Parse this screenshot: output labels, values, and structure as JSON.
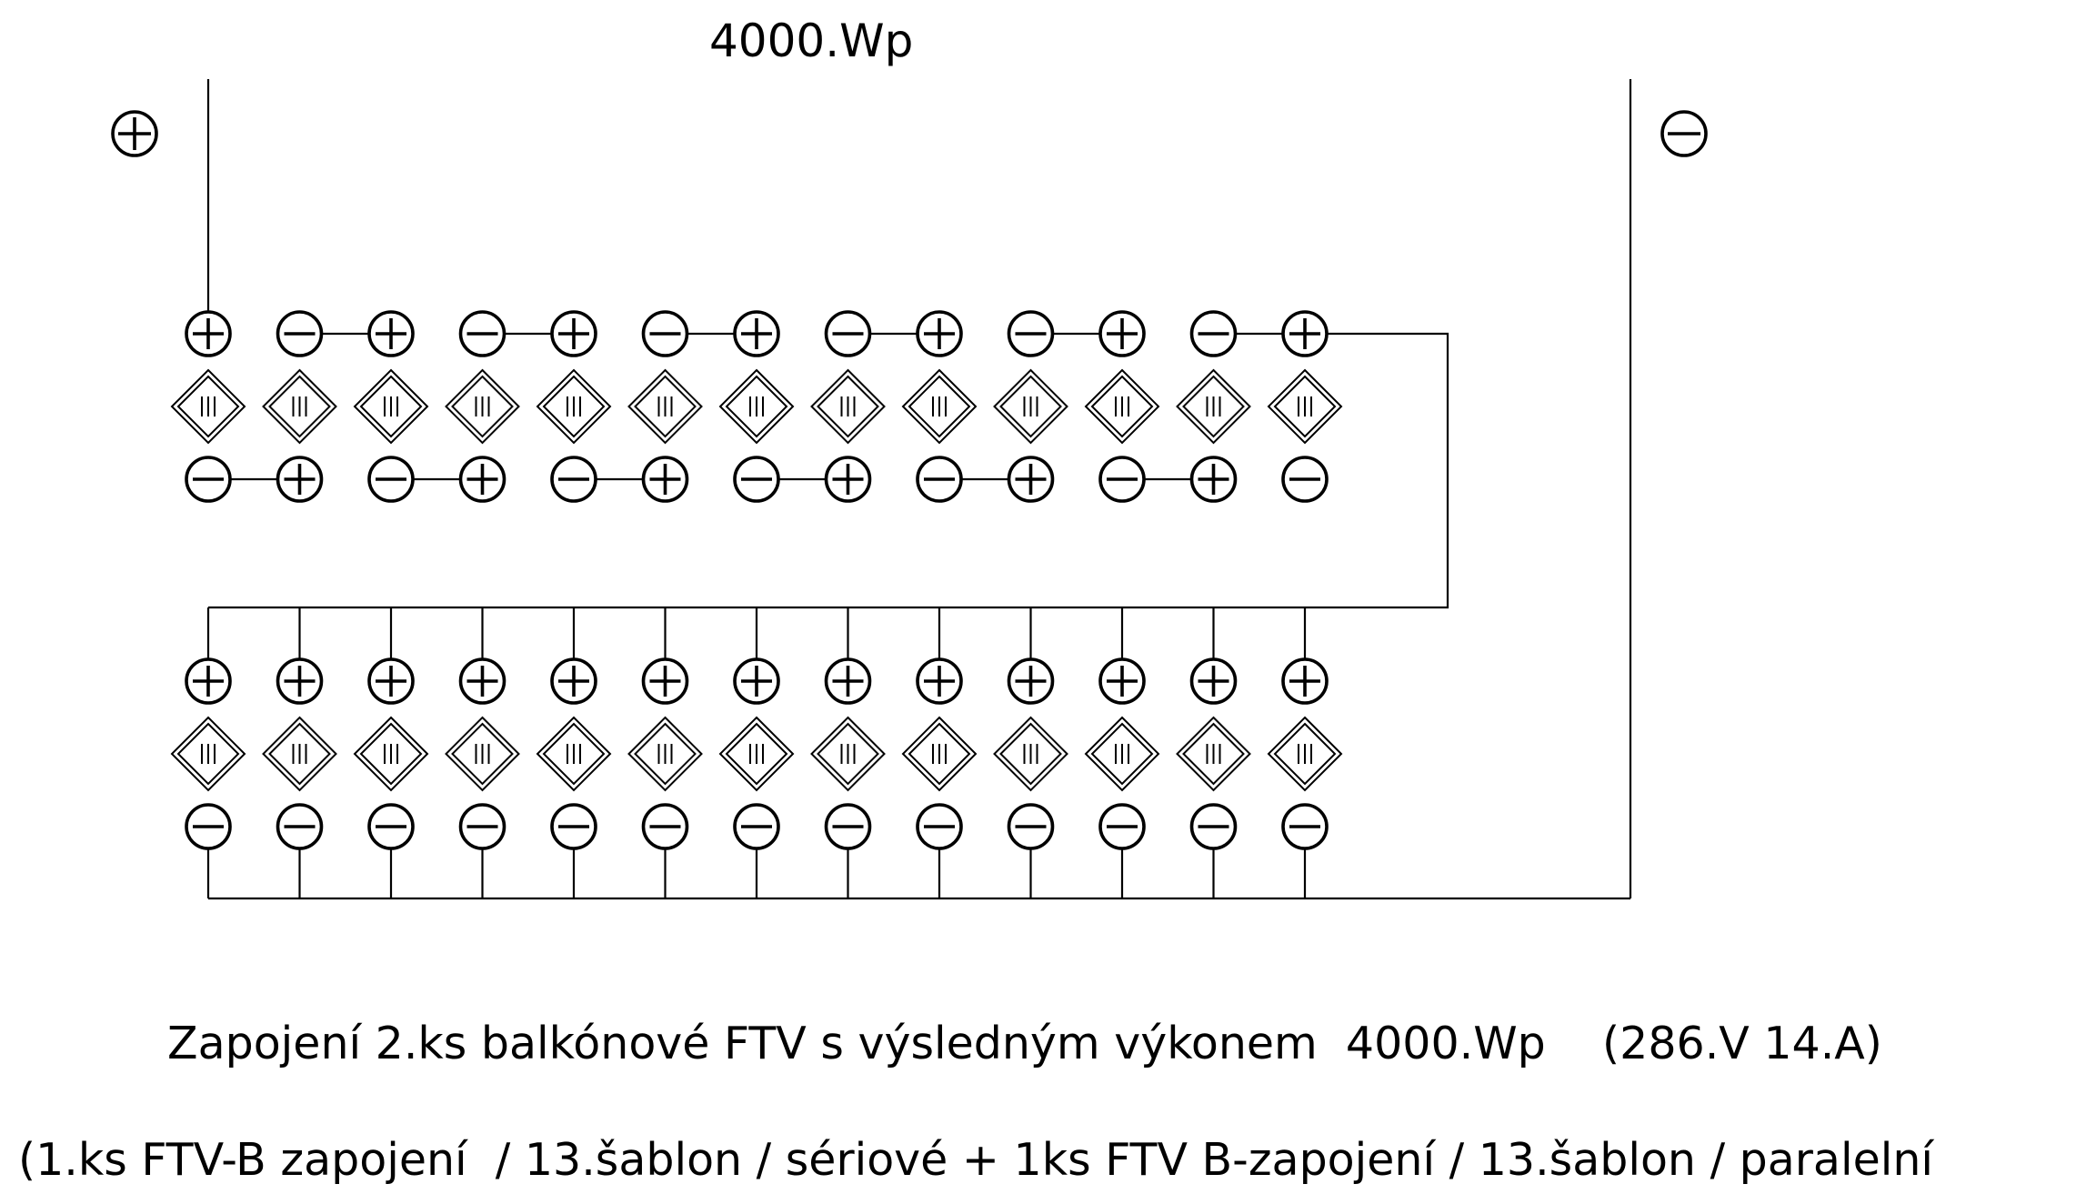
{
  "diagram": {
    "power_label": "4000.Wp",
    "caption_line1": "Zapojení 2.ks balkónové FTV s výsledným výkonem  4000.Wp    (286.V 14.A)",
    "caption_line2": "(1.ks FTV-B zapojení  / 13.šablon / sériové + 1ks FTV B-zapojení / 13.šablon / paralelní",
    "main_positive_symbol": "plus",
    "main_negative_symbol": "minus",
    "series_string": {
      "panel_count": 13,
      "wiring": "series",
      "top_terminals": [
        "plus",
        "minus",
        "plus",
        "minus",
        "plus",
        "minus",
        "plus",
        "minus",
        "plus",
        "minus",
        "plus",
        "minus",
        "plus"
      ],
      "bottom_terminals": [
        "minus",
        "plus",
        "minus",
        "plus",
        "minus",
        "plus",
        "minus",
        "plus",
        "minus",
        "plus",
        "minus",
        "plus",
        "minus"
      ]
    },
    "parallel_string": {
      "panel_count": 13,
      "wiring": "parallel",
      "top_terminals": [
        "plus",
        "plus",
        "plus",
        "plus",
        "plus",
        "plus",
        "plus",
        "plus",
        "plus",
        "plus",
        "plus",
        "plus",
        "plus"
      ],
      "bottom_terminals": [
        "minus",
        "minus",
        "minus",
        "minus",
        "minus",
        "minus",
        "minus",
        "minus",
        "minus",
        "minus",
        "minus",
        "minus",
        "minus"
      ]
    },
    "panel_icon": "solar-panel-diamond-icon"
  }
}
